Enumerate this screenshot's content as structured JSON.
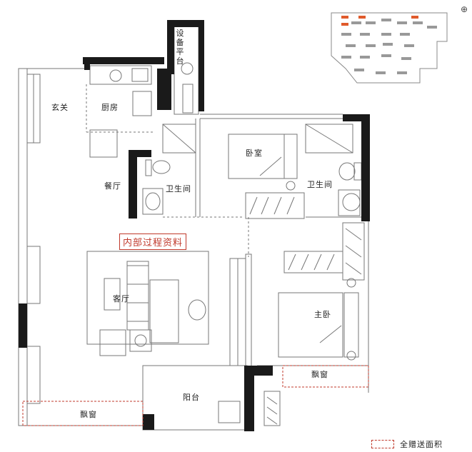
{
  "rooms": {
    "foyer": "玄关",
    "kitchen": "厨房",
    "dining": "餐厅",
    "bath_left": "卫生间",
    "bedroom": "卧室",
    "bath_right": "卫生间",
    "living": "客厅",
    "master": "主卧",
    "balcony": "阳台",
    "bay_left": "飘窗",
    "bay_right": "飘窗"
  },
  "equipment_platform": [
    "设",
    "备",
    "平",
    "台"
  ],
  "stamp": "内部过程资料",
  "legend": {
    "label": "全赠送面积",
    "color": "#c0392b"
  },
  "colors": {
    "wall": "#1a1a1a",
    "line": "#777777",
    "accent": "#c0392b"
  }
}
